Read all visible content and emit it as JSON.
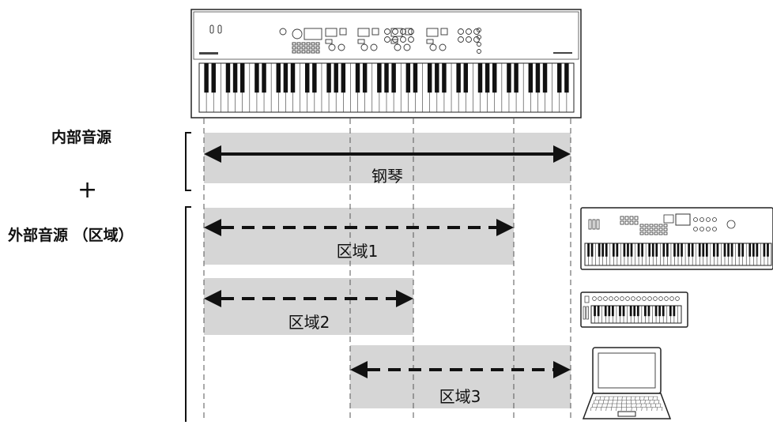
{
  "labels": {
    "internal": "内部音源",
    "plus": "+",
    "external": "外部音源 （区域）"
  },
  "zones": [
    {
      "label": "钢琴"
    },
    {
      "label": "区域1"
    },
    {
      "label": "区域2"
    },
    {
      "label": "区域3"
    }
  ],
  "devices": {
    "main_keyboard": "stage-piano-icon",
    "synth": "synthesizer-icon",
    "controller": "keyboard-controller-icon",
    "computer": "laptop-icon"
  },
  "colors": {
    "band": "#d6d6d6",
    "arrow": "#111111",
    "line": "#555555"
  }
}
